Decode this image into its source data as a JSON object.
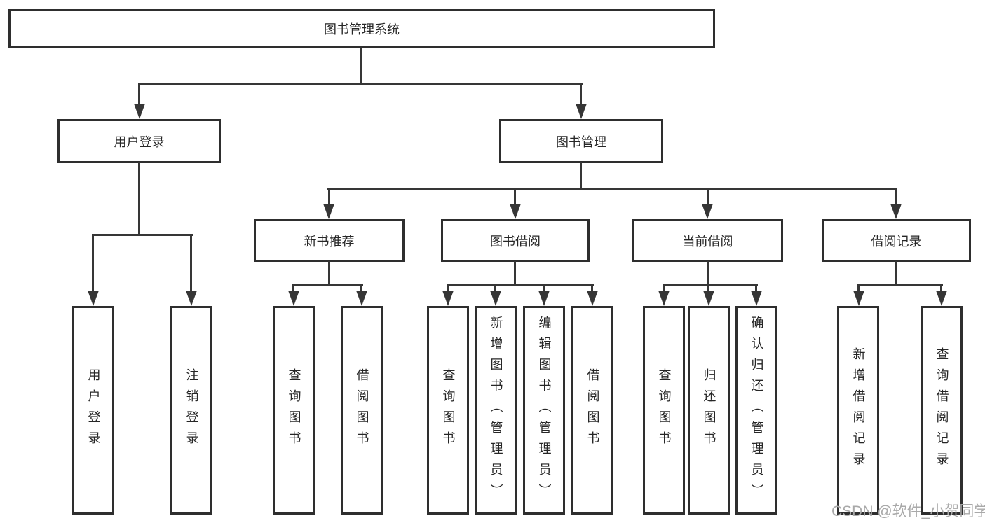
{
  "root": {
    "label": "图书管理系统"
  },
  "branches": [
    {
      "label": "用户登录",
      "leaves": [
        {
          "label": "用户登录"
        },
        {
          "label": "注销登录"
        }
      ]
    },
    {
      "label": "图书管理",
      "groups": [
        {
          "label": "新书推荐",
          "leaves": [
            {
              "label": "查询图书"
            },
            {
              "label": "借阅图书"
            }
          ]
        },
        {
          "label": "图书借阅",
          "leaves": [
            {
              "label": "查询图书"
            },
            {
              "label": "新增图书（管理员）"
            },
            {
              "label": "编辑图书（管理员）"
            },
            {
              "label": "借阅图书"
            }
          ]
        },
        {
          "label": "当前借阅",
          "leaves": [
            {
              "label": "查询图书"
            },
            {
              "label": "归还图书"
            },
            {
              "label": "确认归还（管理员）"
            }
          ]
        },
        {
          "label": "借阅记录",
          "leaves": [
            {
              "label": "新增借阅记录"
            },
            {
              "label": "查询借阅记录"
            }
          ]
        }
      ]
    }
  ],
  "watermark": {
    "text": "CSDN @软件_小贺同学"
  },
  "colors": {
    "line": "#363636",
    "border": "#2e2e2e",
    "text": "#262626",
    "watermark": "#a9a9a9",
    "background": "#ffffff"
  }
}
